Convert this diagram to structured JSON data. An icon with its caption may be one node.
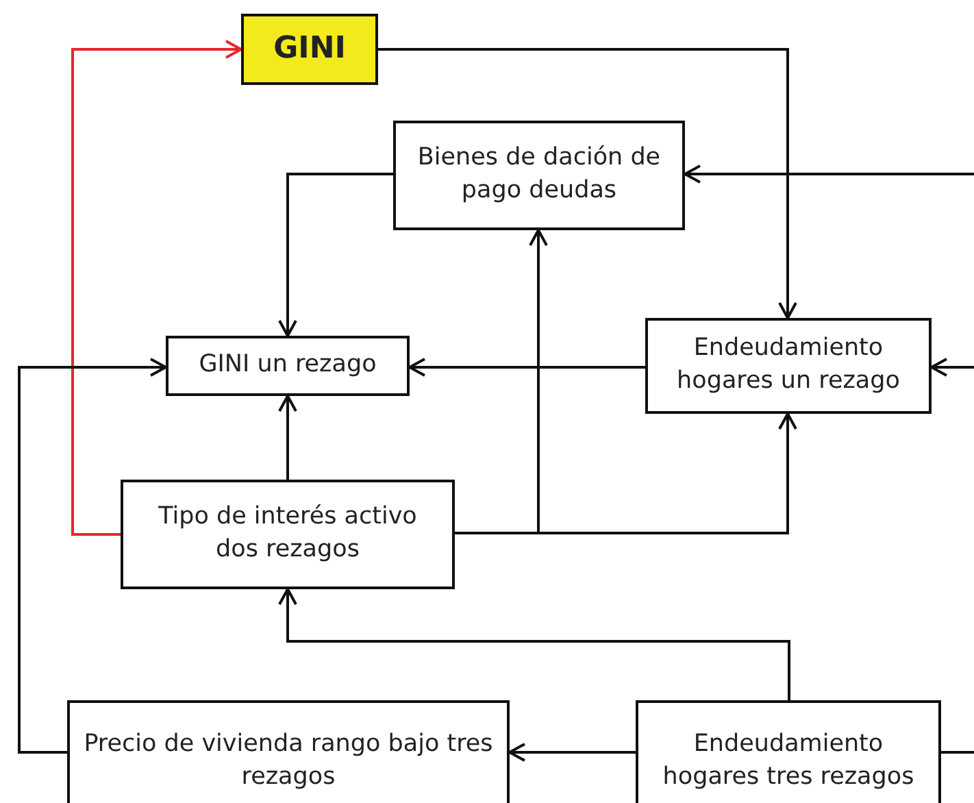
{
  "diagram": {
    "nodes": [
      {
        "text": [
          "GINI"
        ]
      },
      {
        "text": [
          "Bienes de dación de pago deudas"
        ]
      },
      {
        "text": [
          "GINI un rezago"
        ]
      },
      {
        "text": [
          "Endeudamiento hogares un rezago"
        ]
      },
      {
        "text": [
          "Tipo de interés activo dos rezagos"
        ]
      },
      {
        "text": [
          "Precio de vivienda rango bajo tres rezagos"
        ]
      },
      {
        "text": [
          "Endeudamiento hogares tres rezagos"
        ]
      }
    ],
    "edges": [
      {
        "from": 4,
        "to": 0,
        "arrow": "to",
        "color": "#e8262b"
      },
      {
        "from": 0,
        "to": 3,
        "arrow": "to"
      },
      {
        "from": 1,
        "to": 2,
        "arrow": "to"
      },
      {
        "from": null,
        "to": 1,
        "arrow": "to"
      },
      {
        "from": 3,
        "to": 2,
        "arrow": "to"
      },
      {
        "from": null,
        "to": 3,
        "arrow": "to"
      },
      {
        "from": 4,
        "to": 2,
        "arrow": "to"
      },
      {
        "from": 4,
        "to": 1,
        "arrow": "to"
      },
      {
        "from": 4,
        "to": 3,
        "arrow": "to"
      },
      {
        "from": 6,
        "to": 4,
        "arrow": "to"
      },
      {
        "from": 6,
        "to": 5,
        "arrow": "to"
      },
      {
        "from": 5,
        "to": 2,
        "arrow": "to"
      },
      {
        "from": 6,
        "to": null,
        "arrow": "none"
      }
    ]
  }
}
